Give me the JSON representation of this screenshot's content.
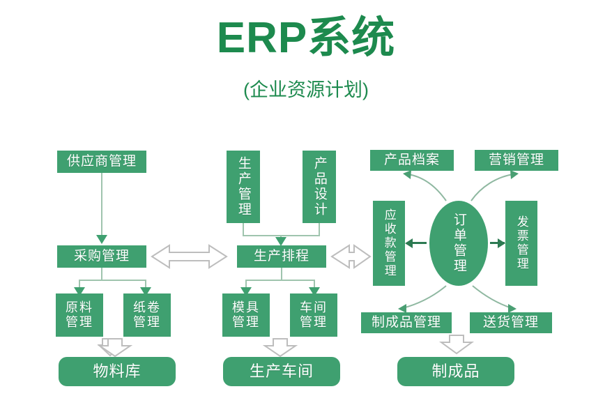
{
  "header": {
    "title": "ERP系统",
    "subtitle": "(企业资源计划)"
  },
  "colors": {
    "node_green": "#3fa070",
    "title_green": "#1d8a4e",
    "connector": "#9fc4ae",
    "hollow_arrow_stroke": "#bdbdbd",
    "background": "#ffffff"
  },
  "nodes": {
    "supplier_mgmt": "供应商管理",
    "purchase_mgmt": "采购管理",
    "raw_material_mgmt": "原料\n管理",
    "paper_roll_mgmt": "纸卷\n管理",
    "material_warehouse": "物料库",
    "production_mgmt": "生产管理",
    "product_design": "产品设计",
    "production_schedule": "生产排程",
    "mold_mgmt": "模具\n管理",
    "workshop_mgmt": "车间\n管理",
    "production_workshop": "生产车间",
    "product_archive": "产品档案",
    "marketing_mgmt": "营销管理",
    "receivables_mgmt": "应收款管理",
    "order_mgmt": "订单管理",
    "invoice_mgmt": "发票管理",
    "finished_goods_mgmt": "制成品管理",
    "delivery_mgmt": "送货管理",
    "finished_goods": "制成品"
  },
  "connectors": {
    "supplier_to_purchase": "downward-arrow",
    "purchase_to_schedule": "bidirectional-hollow-arrow",
    "schedule_to_receivables": "bidirectional-hollow-arrow",
    "order_to_receivables": "left-arrow",
    "order_to_invoice": "right-arrow",
    "order_to_product_archive": "curved-arrow",
    "order_to_marketing": "curved-arrow",
    "order_to_finished_goods_mgmt": "curved-arrow",
    "order_to_delivery": "curved-arrow",
    "materials_to_warehouse": "hollow-down-arrow",
    "mold_to_workshop": "hollow-down-arrow",
    "finished_to_product": "hollow-down-arrow"
  }
}
